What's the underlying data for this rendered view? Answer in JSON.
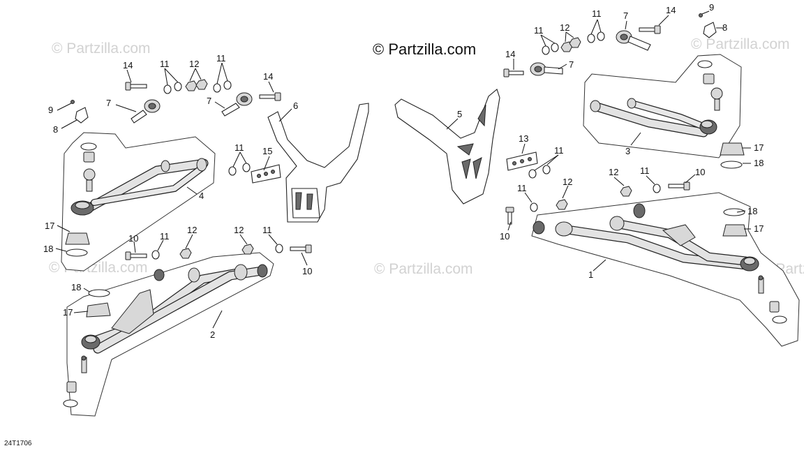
{
  "watermark": {
    "main": "© Partzilla.com",
    "faint": "© Partzilla.com"
  },
  "figure_code": "24T1706",
  "callouts": {
    "c1": "1",
    "c2": "2",
    "c3": "3",
    "c4": "4",
    "c5": "5",
    "c6": "6",
    "c7": "7",
    "c8": "8",
    "c9": "9",
    "c10": "10",
    "c11": "11",
    "c12": "12",
    "c13": "13",
    "c14": "14",
    "c15": "15",
    "c17": "17",
    "c18": "18"
  }
}
